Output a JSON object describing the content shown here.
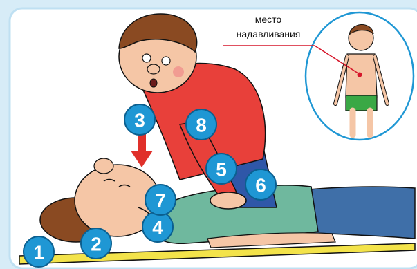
{
  "inset": {
    "caption_line1": "место",
    "caption_line2": "надавливания"
  },
  "markers": [
    "1",
    "2",
    "3",
    "4",
    "5",
    "6",
    "7",
    "8"
  ],
  "icons": {
    "pressure_arrow": "down-arrow-icon",
    "pressure_point": "red-dot-icon"
  },
  "colors": {
    "background": "#d7ecf7",
    "frame": "#ffffff",
    "marker_fill": "#1f97d4",
    "marker_stroke": "#0b5f8f",
    "arrow": "#e0302a",
    "caption_line": "#d6172b",
    "mat": "#f3e34a",
    "helper_shirt": "#e8403a",
    "patient_shirt": "#6fb89e",
    "patient_jeans": "#3f6fa8",
    "skin": "#f5c6a6",
    "hair": "#8a4a22",
    "shorts": "#3aa845"
  }
}
